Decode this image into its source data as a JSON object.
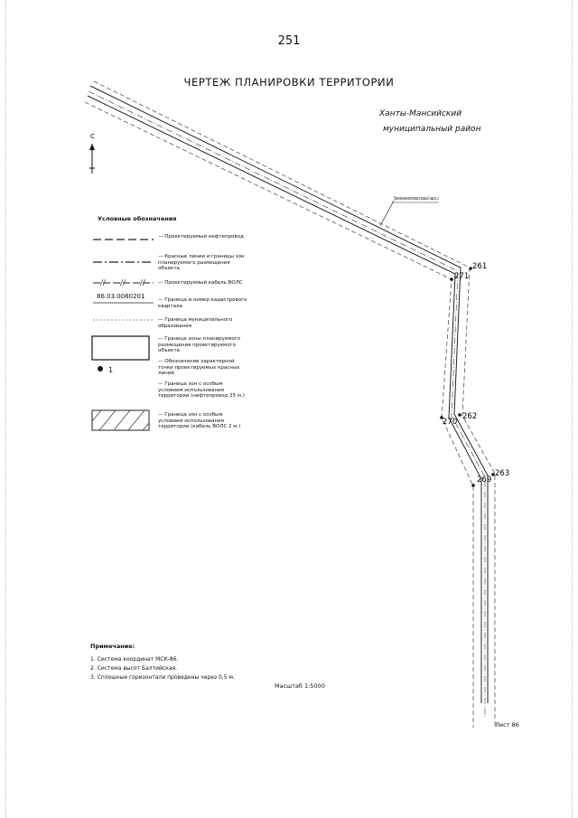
{
  "page_number": "251",
  "title": "ЧЕРТЕЖ ПЛАНИРОВКИ ТЕРРИТОРИИ",
  "district": {
    "line1": "Ханты-Мансийский",
    "line2": "муниципальный район"
  },
  "north_arrow": {
    "label": "С",
    "icon": "north-arrow-icon"
  },
  "pipeline_callout": "Проектируемый нефтепровод в границах 2 кадастр. ц.",
  "legend": {
    "heading": "Условные обозначения",
    "items": [
      {
        "symbol": "long-dash-line",
        "text": "— Проектируемый нефтепровод"
      },
      {
        "symbol": "dash-dot-line",
        "text": "— Красные линии и границы зон планируемого размещения объекта"
      },
      {
        "symbol": "cable-line",
        "text": "— Проектируемый кабель ВОЛС"
      },
      {
        "symbol": "quarter-boundary",
        "sample": "86.03.0080201",
        "text": "— Граница и номер кадастрового квартала"
      },
      {
        "symbol": "thin-dash-line",
        "text": "— Граница муниципального образования"
      },
      {
        "symbol": "rectangle",
        "text": "— Граница зоны планируемого размещения проектируемого объекта"
      },
      {
        "symbol": "dot",
        "number": "1",
        "text": "— Обозначение характерной точки проектируемых красных линий"
      },
      {
        "symbol": "none",
        "text": "— Граница зон с особым условием использования территории (нефтепровод 25 м.)"
      },
      {
        "symbol": "hatched-rectangle",
        "text": "— Граница зон с особым условием использования территории (кабель ВОЛС 2 м.)"
      }
    ]
  },
  "points": [
    {
      "id": "261",
      "label": "261"
    },
    {
      "id": "262",
      "label": "262"
    },
    {
      "id": "263",
      "label": "263"
    },
    {
      "id": "269",
      "label": "269"
    },
    {
      "id": "270",
      "label": "270"
    },
    {
      "id": "271",
      "label": "271"
    }
  ],
  "notes": {
    "heading": "Примечание:",
    "items": [
      "1. Система координат МСК-86.",
      "2. Система высот Балтийская.",
      "3. Сплошные горизонтали проведены через 0,5 м."
    ]
  },
  "scale": "Масштаб 1:5000",
  "sheet": "Лист 86"
}
